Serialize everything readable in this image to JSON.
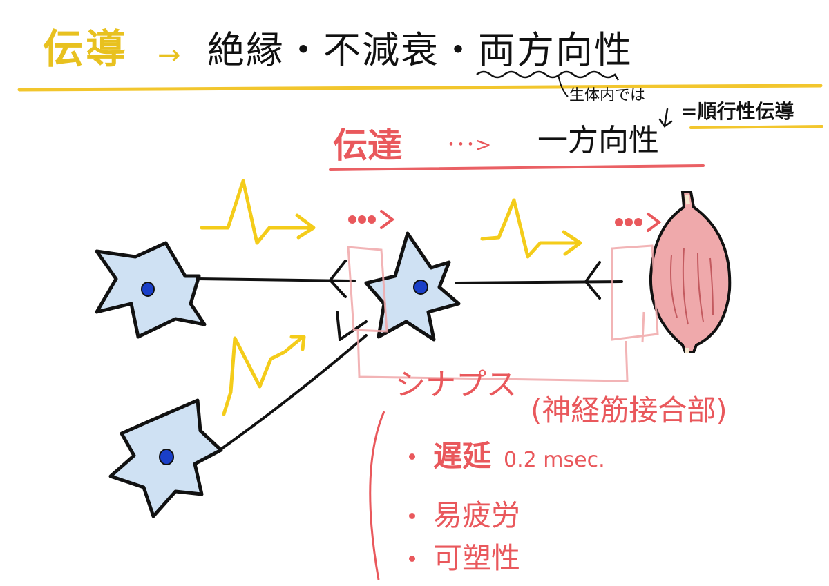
{
  "heading": {
    "conduction": "伝導",
    "arrow": "→",
    "properties": "絶縁・不減衰・両方向性"
  },
  "in_vivo_note": "生体内では",
  "orthodromic": "=順行性伝導",
  "transmission": {
    "label": "伝達",
    "dots": "･･･>",
    "property": "一方向性"
  },
  "synapse_label": "シナプス",
  "nmj_label": "(神経筋接合部)",
  "synapse_features": [
    {
      "label": "遅延",
      "value": "0.2 msec."
    },
    {
      "label": "易疲労",
      "value": ""
    },
    {
      "label": "可塑性",
      "value": ""
    }
  ],
  "colors": {
    "neuron_fill": "#cfe1f3",
    "nucleus": "#1a3fc8",
    "impulse": "#f4cc1a",
    "accent_red": "#e9585c",
    "muscle": "#efa9ab",
    "heading_yellow": "#e8c11f",
    "underline_red": "#ea6064"
  }
}
